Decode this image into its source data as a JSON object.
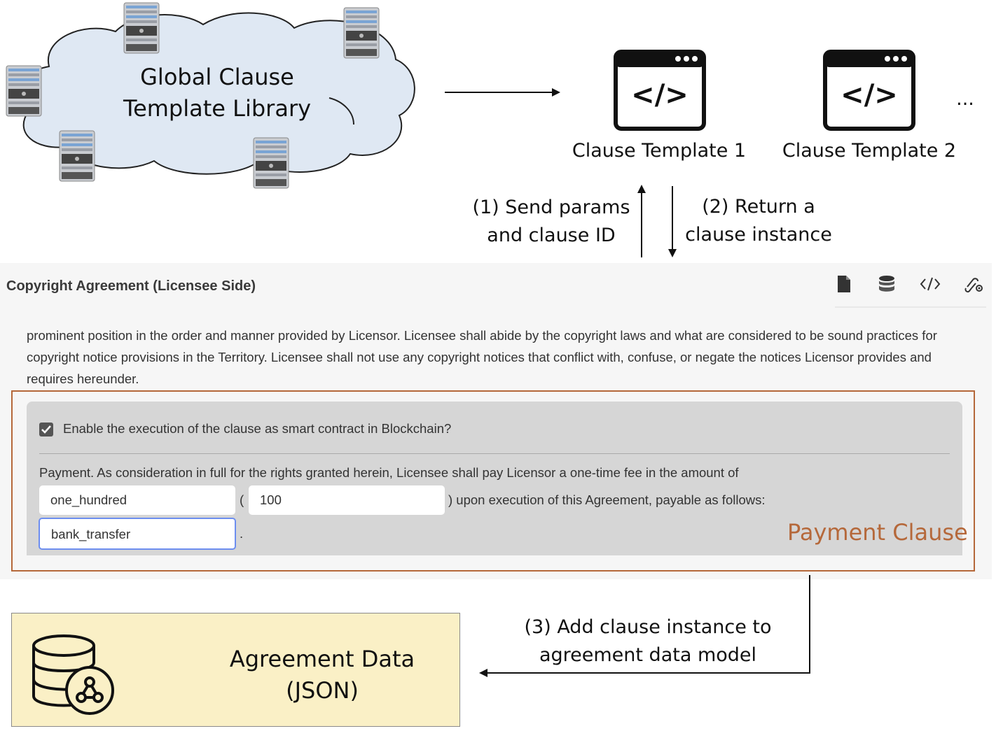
{
  "cloud": {
    "title_line1": "Global Clause",
    "title_line2": "Template Library"
  },
  "templates": [
    {
      "icon": "code-window-icon",
      "label": "Clause Template 1"
    },
    {
      "icon": "code-window-icon",
      "label": "Clause Template 2"
    }
  ],
  "more_indicator": "...",
  "arrows": {
    "send_line1": "(1) Send params",
    "send_line2": "and clause ID",
    "return_line1": "(2) Return a",
    "return_line2": "clause instance",
    "add_line1": "(3) Add clause instance to",
    "add_line2": "agreement data model"
  },
  "editor": {
    "title": "Copyright Agreement (Licensee Side)",
    "toolbar_icons": [
      "document-icon",
      "database-icon",
      "code-icon",
      "link-settings-icon"
    ],
    "body_text": "prominent position in the order and manner provided by Licensor. Licensee shall abide by the copyright laws and what are considered to be sound practices for copyright notice provisions in the Territory. Licensee shall not use any copyright notices that conflict with, confuse, or negate the notices Licensor provides and requires hereunder.",
    "checkbox_label": "Enable the execution of the clause as smart contract in Blockchain?",
    "checkbox_checked": true,
    "payment_text": "Payment. As consideration in full for the rights granted herein, Licensee shall pay Licensor a one-time fee in the amount of",
    "amount_words": "one_hundred",
    "open_paren": "(",
    "amount_number": "100",
    "after_amount": ") upon execution of this Agreement, payable as follows:",
    "payment_method": "bank_transfer",
    "end_period": "."
  },
  "payment_clause_label": "Payment Clause",
  "agreement": {
    "line1": "Agreement Data",
    "line2": "(JSON)"
  },
  "colors": {
    "accent": "#b5683a",
    "clause_bg": "#d6d6d6",
    "data_bg": "#faf0c6"
  }
}
